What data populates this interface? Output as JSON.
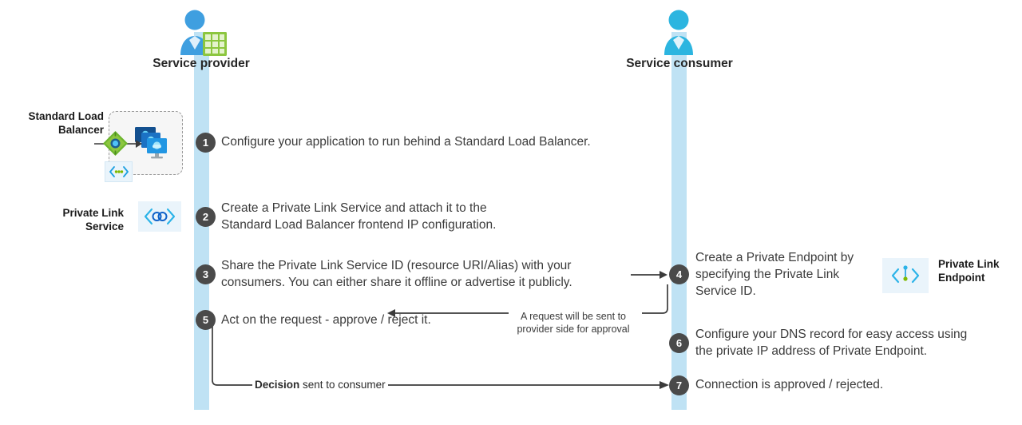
{
  "actors": [
    {
      "id": "provider",
      "label": "Service\nprovider",
      "icon": "user-server-icon"
    },
    {
      "id": "consumer",
      "label": "Service\nconsumer",
      "icon": "user-icon"
    }
  ],
  "resources": [
    {
      "id": "standard-load-balancer",
      "label": "Standard Load\nBalancer",
      "icon": "load-balancer-icon",
      "sub_icons": [
        "virtual-machines-icon",
        "subnet-icon"
      ]
    },
    {
      "id": "private-link-service",
      "label": "Private Link\nService",
      "icon": "private-link-service-icon"
    },
    {
      "id": "private-link-endpoint",
      "label": "Private Link\nEndpoint",
      "icon": "private-link-endpoint-icon"
    }
  ],
  "steps": [
    {
      "number": "1",
      "side": "provider",
      "text": "Configure your application to run behind a Standard Load Balancer."
    },
    {
      "number": "2",
      "side": "provider",
      "text": "Create a Private Link Service and attach it to the\nStandard Load Balancer frontend IP configuration."
    },
    {
      "number": "3",
      "side": "provider",
      "text": "Share the Private Link Service ID (resource URI/Alias) with your\nconsumers. You can either share it offline or advertise it publicly."
    },
    {
      "number": "4",
      "side": "consumer",
      "text": "Create a Private Endpoint by\nspecifying the Private Link\nService ID."
    },
    {
      "number": "5",
      "side": "provider",
      "text": "Act on the request - approve / reject it."
    },
    {
      "number": "6",
      "side": "consumer",
      "text": "Configure your DNS record for easy access using\nthe private IP address of Private Endpoint."
    },
    {
      "number": "7",
      "side": "consumer",
      "text": "Connection is approved / rejected."
    }
  ],
  "annotations": [
    {
      "id": "request-approval",
      "text": "A request will be sent to\nprovider side for approval"
    }
  ],
  "connector_labels": [
    {
      "id": "decision-sent",
      "bold": "Decision",
      "rest": " sent to consumer"
    }
  ],
  "colors": {
    "lifeline": "#bfe2f4",
    "badge": "#4a4a4a",
    "text": "#3b3b3b",
    "icon_tile": "#eaf4fb",
    "accent_blue": "#0078d4",
    "accent_green": "#7fba00",
    "connector": "#3b3b3b",
    "vnet_border": "#9a9a9a"
  }
}
